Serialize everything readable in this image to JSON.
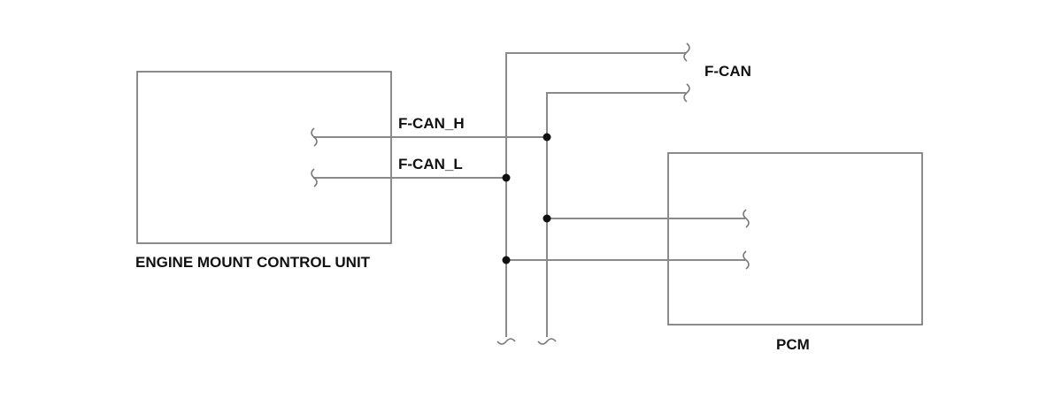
{
  "components": {
    "engine_mount_control_unit": {
      "label": "ENGINE MOUNT CONTROL UNIT"
    },
    "pcm": {
      "label": "PCM"
    }
  },
  "wires": {
    "can_h": {
      "label": "F-CAN_H"
    },
    "can_l": {
      "label": "F-CAN_L"
    }
  },
  "bus": {
    "label": "F-CAN"
  }
}
